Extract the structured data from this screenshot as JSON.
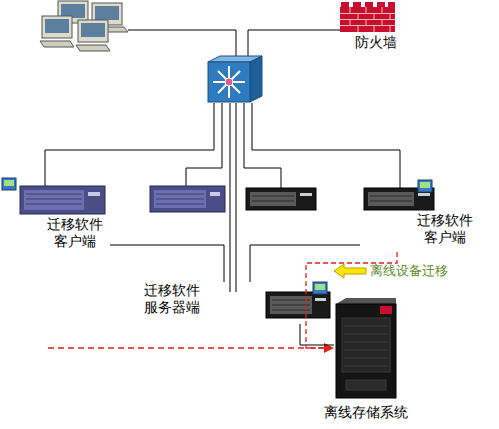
{
  "diagram": {
    "nodes": [
      {
        "text": [
          "防火墙"
        ]
      },
      {
        "text": [
          "迁移软件 客户端"
        ]
      },
      {
        "text": [
          "迁移软件 客户端"
        ]
      },
      {
        "text": [
          "迁移软件 服务器端"
        ]
      },
      {
        "text": [
          "离线存储系统"
        ]
      }
    ],
    "edges": [
      {
        "from": 1,
        "to": 3,
        "arrow": "none"
      },
      {
        "from": 2,
        "to": 3,
        "arrow": "none"
      },
      {
        "from": 3,
        "to": 4,
        "arrow": "none"
      },
      {
        "from": 2,
        "to": 4,
        "arrow": "none"
      }
    ],
    "labels": [
      "离线设备迁移"
    ]
  }
}
